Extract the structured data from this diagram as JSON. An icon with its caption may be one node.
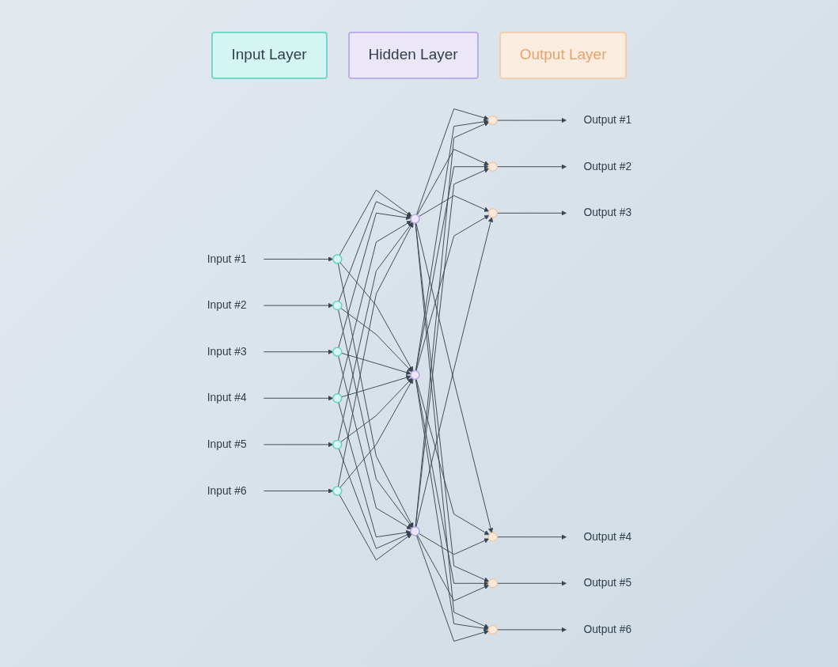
{
  "diagram": {
    "nodes": [
      {
        "text": [
          "Input #1"
        ]
      },
      {
        "text": [
          "Input #2"
        ]
      },
      {
        "text": [
          "Input #3"
        ]
      },
      {
        "text": [
          "Input #4"
        ]
      },
      {
        "text": [
          "Input #5"
        ]
      },
      {
        "text": [
          "Input #6"
        ]
      },
      {
        "text": [],
        "shape": "circle"
      },
      {
        "text": [],
        "shape": "circle"
      },
      {
        "text": [],
        "shape": "circle"
      },
      {
        "text": [],
        "shape": "circle"
      },
      {
        "text": [],
        "shape": "circle"
      },
      {
        "text": [],
        "shape": "circle"
      },
      {
        "text": [],
        "shape": "circle"
      },
      {
        "text": [],
        "shape": "circle"
      },
      {
        "text": [],
        "shape": "circle"
      },
      {
        "text": [],
        "shape": "circle"
      },
      {
        "text": [],
        "shape": "circle"
      },
      {
        "text": [],
        "shape": "circle"
      },
      {
        "text": [],
        "shape": "circle"
      },
      {
        "text": [],
        "shape": "circle"
      },
      {
        "text": [],
        "shape": "circle"
      },
      {
        "text": [
          "Output #1"
        ]
      },
      {
        "text": [
          "Output #2"
        ]
      },
      {
        "text": [
          "Output #3"
        ]
      },
      {
        "text": [
          "Output #4"
        ]
      },
      {
        "text": [
          "Output #5"
        ]
      },
      {
        "text": [
          "Output #6"
        ]
      }
    ],
    "edges": [
      {
        "from": 0,
        "to": 6,
        "arrow": "to"
      },
      {
        "from": 1,
        "to": 7,
        "arrow": "to"
      },
      {
        "from": 2,
        "to": 8,
        "arrow": "to"
      },
      {
        "from": 3,
        "to": 9,
        "arrow": "to"
      },
      {
        "from": 4,
        "to": 10,
        "arrow": "to"
      },
      {
        "from": 5,
        "to": 11,
        "arrow": "to"
      },
      {
        "from": 6,
        "to": 12,
        "arrow": "to"
      },
      {
        "from": 6,
        "to": 13,
        "arrow": "to"
      },
      {
        "from": 6,
        "to": 14,
        "arrow": "to"
      },
      {
        "from": 7,
        "to": 12,
        "arrow": "to"
      },
      {
        "from": 7,
        "to": 13,
        "arrow": "to"
      },
      {
        "from": 7,
        "to": 14,
        "arrow": "to"
      },
      {
        "from": 8,
        "to": 12,
        "arrow": "to"
      },
      {
        "from": 8,
        "to": 13,
        "arrow": "to"
      },
      {
        "from": 8,
        "to": 14,
        "arrow": "to"
      },
      {
        "from": 9,
        "to": 12,
        "arrow": "to"
      },
      {
        "from": 9,
        "to": 13,
        "arrow": "to"
      },
      {
        "from": 9,
        "to": 14,
        "arrow": "to"
      },
      {
        "from": 10,
        "to": 12,
        "arrow": "to"
      },
      {
        "from": 10,
        "to": 13,
        "arrow": "to"
      },
      {
        "from": 10,
        "to": 14,
        "arrow": "to"
      },
      {
        "from": 11,
        "to": 12,
        "arrow": "to"
      },
      {
        "from": 11,
        "to": 13,
        "arrow": "to"
      },
      {
        "from": 11,
        "to": 14,
        "arrow": "to"
      },
      {
        "from": 12,
        "to": 15,
        "arrow": "to"
      },
      {
        "from": 12,
        "to": 16,
        "arrow": "to"
      },
      {
        "from": 12,
        "to": 17,
        "arrow": "to"
      },
      {
        "from": 12,
        "to": 18,
        "arrow": "to"
      },
      {
        "from": 12,
        "to": 19,
        "arrow": "to"
      },
      {
        "from": 12,
        "to": 20,
        "arrow": "to"
      },
      {
        "from": 13,
        "to": 15,
        "arrow": "to"
      },
      {
        "from": 13,
        "to": 16,
        "arrow": "to"
      },
      {
        "from": 13,
        "to": 17,
        "arrow": "to"
      },
      {
        "from": 13,
        "to": 18,
        "arrow": "to"
      },
      {
        "from": 13,
        "to": 19,
        "arrow": "to"
      },
      {
        "from": 13,
        "to": 20,
        "arrow": "to"
      },
      {
        "from": 14,
        "to": 15,
        "arrow": "to"
      },
      {
        "from": 14,
        "to": 16,
        "arrow": "to"
      },
      {
        "from": 14,
        "to": 17,
        "arrow": "to"
      },
      {
        "from": 14,
        "to": 18,
        "arrow": "to"
      },
      {
        "from": 14,
        "to": 19,
        "arrow": "to"
      },
      {
        "from": 14,
        "to": 20,
        "arrow": "to"
      },
      {
        "from": 15,
        "to": 21,
        "arrow": "to"
      },
      {
        "from": 16,
        "to": 22,
        "arrow": "to"
      },
      {
        "from": 17,
        "to": 23,
        "arrow": "to"
      },
      {
        "from": 18,
        "to": 24,
        "arrow": "to"
      },
      {
        "from": 19,
        "to": 25,
        "arrow": "to"
      },
      {
        "from": 20,
        "to": 26,
        "arrow": "to"
      }
    ],
    "legend": [
      {
        "text": "Input Layer",
        "color": "#d5f5f2"
      },
      {
        "text": "Hidden Layer",
        "color": "#ebe6f8"
      },
      {
        "text": "Output Layer",
        "color": "#fbece0"
      }
    ]
  }
}
